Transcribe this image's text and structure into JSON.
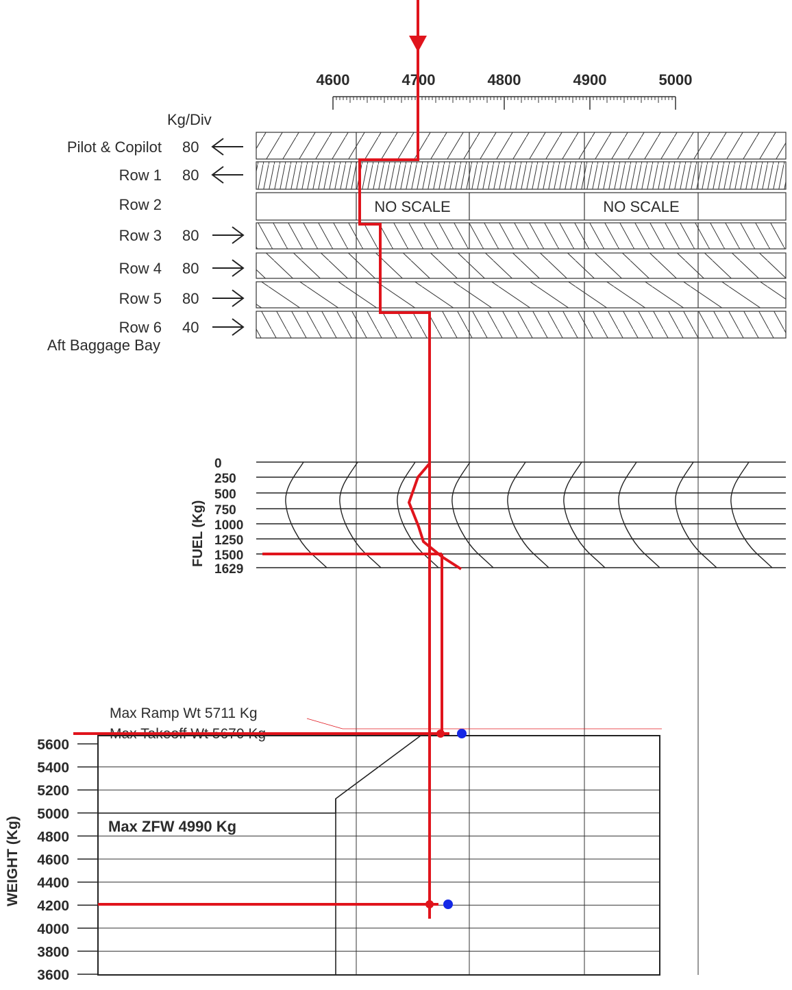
{
  "top_scale": {
    "ticks": [
      "4600",
      "4700",
      "4800",
      "4900",
      "5000"
    ]
  },
  "load_rows": {
    "unit_label": "Kg/Div",
    "rows": [
      {
        "label": "Pilot & Copilot",
        "kg_per_div": "80",
        "arrow": "left"
      },
      {
        "label": "Row 1",
        "kg_per_div": "80",
        "arrow": "left"
      },
      {
        "label": "Row 2",
        "kg_per_div": "",
        "arrow": "none",
        "no_scale_text": "NO SCALE"
      },
      {
        "label": "Row 3",
        "kg_per_div": "80",
        "arrow": "right"
      },
      {
        "label": "Row 4",
        "kg_per_div": "80",
        "arrow": "right"
      },
      {
        "label": "Row 5",
        "kg_per_div": "80",
        "arrow": "right"
      },
      {
        "label": "Row 6",
        "kg_per_div": "40",
        "arrow": "right"
      }
    ],
    "baggage_label": "Aft Baggage Bay"
  },
  "fuel": {
    "axis_label": "FUEL (Kg)",
    "ticks": [
      "0",
      "250",
      "500",
      "750",
      "1000",
      "1250",
      "1500",
      "1629"
    ]
  },
  "weight": {
    "axis_label": "WEIGHT (Kg)",
    "ticks": [
      "5600",
      "5400",
      "5200",
      "5000",
      "4800",
      "4600",
      "4400",
      "4200",
      "4000",
      "3800",
      "3600"
    ],
    "max_ramp": "Max Ramp Wt 5711 Kg",
    "max_takeoff": "Max Takeoff Wt 5670 Kg",
    "max_zfw": "Max ZFW 4990 Kg"
  },
  "colors": {
    "path": "#e0141c",
    "marker": "#1428e6",
    "zfw_text": "#3a86c8",
    "grid": "#333333"
  }
}
